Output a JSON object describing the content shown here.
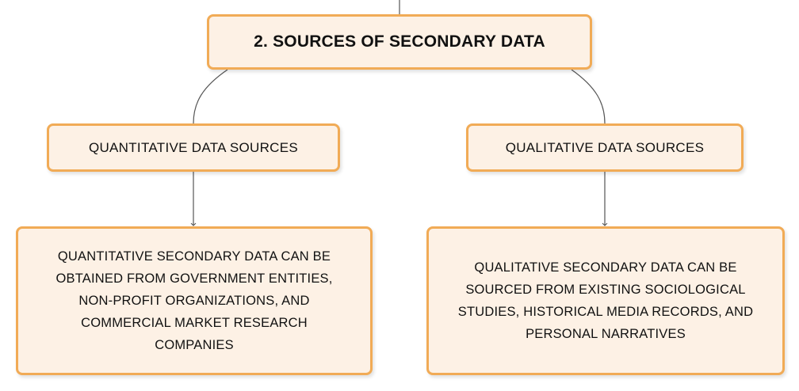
{
  "diagram": {
    "title": "2. SOURCES OF SECONDARY DATA",
    "branches": [
      {
        "heading": "QUANTITATIVE DATA SOURCES",
        "detail": "QUANTITATIVE SECONDARY DATA CAN BE OBTAINED FROM GOVERNMENT ENTITIES, NON-PROFIT ORGANIZATIONS, AND COMMERCIAL MARKET RESEARCH COMPANIES"
      },
      {
        "heading": "QUALITATIVE DATA SOURCES",
        "detail": "QUALITATIVE SECONDARY DATA CAN BE SOURCED FROM EXISTING SOCIOLOGICAL STUDIES, HISTORICAL MEDIA RECORDS, AND PERSONAL NARRATIVES"
      }
    ]
  },
  "colors": {
    "node_fill": "#fdf1e5",
    "node_border": "#f1ab56",
    "connector": "#555555",
    "text": "#111111"
  }
}
